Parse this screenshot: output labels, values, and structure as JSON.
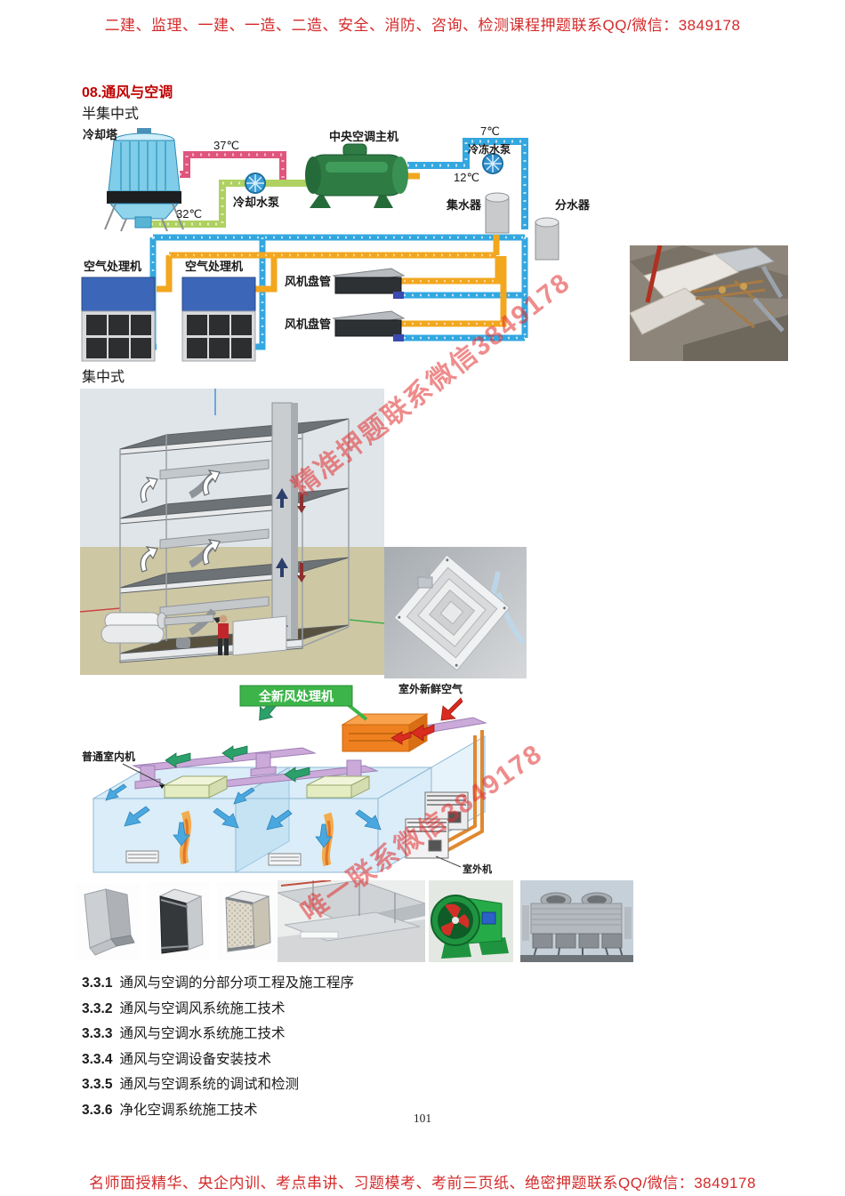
{
  "header": {
    "text": "二建、监理、一建、一造、二造、安全、消防、咨询、检测课程押题联系QQ/微信：3849178"
  },
  "footer": {
    "text": "名师面授精华、央企内训、考点串讲、习题模考、考前三页纸、绝密押题联系QQ/微信：3849178"
  },
  "page_number": "101",
  "section": {
    "heading": "08.通风与空调",
    "subheading_semi_central": "半集中式",
    "subheading_central": "集中式"
  },
  "semi_central_diagram": {
    "labels": {
      "cooling_tower": "冷却塔",
      "temp_37": "37℃",
      "temp_32": "32℃",
      "temp_7": "7℃",
      "temp_12": "12℃",
      "chiller": "中央空调主机",
      "cooling_water_pump": "冷却水泵",
      "chilled_water_pump": "冷冻水泵",
      "water_collector": "集水器",
      "water_distributor": "分水器",
      "air_handling_unit_1": "空气处理机",
      "air_handling_unit_2": "空气处理机",
      "fan_coil_1": "风机盘管",
      "fan_coil_2": "风机盘管"
    }
  },
  "vrf_diagram": {
    "labels": {
      "fresh_air_unit": "全新风处理机",
      "outdoor_fresh_air": "室外新鲜空气",
      "indoor_unit": "普通室内机",
      "outdoor_unit": "室外机"
    }
  },
  "watermarks": {
    "diagonal_1": "精准押题联系微信3849178",
    "diagonal_2": "唯一联系微信3849178"
  },
  "toc_items": [
    {
      "num": "3.3.1",
      "title": "通风与空调的分部分项工程及施工程序"
    },
    {
      "num": "3.3.2",
      "title": "通风与空调风系统施工技术"
    },
    {
      "num": "3.3.3",
      "title": "通风与空调水系统施工技术"
    },
    {
      "num": "3.3.4",
      "title": "通风与空调设备安装技术"
    },
    {
      "num": "3.3.5",
      "title": "通风与空调系统的调试和检测"
    },
    {
      "num": "3.3.6",
      "title": "净化空调系统施工技术"
    }
  ],
  "colors": {
    "red_text": "#d42a2a",
    "heading_red": "#c00000",
    "watermark_red": "rgba(225,45,45,0.55)",
    "pipe_hot_water": "#e0557d",
    "pipe_warm_return": "#aed162",
    "pipe_chilled": "#33a7e0",
    "pipe_chilled_return": "#f2a71f",
    "chiller_green": "#2e7b44",
    "ahu_blue": "#3c66b8",
    "fresh_air_unit_orange": "#ef8020",
    "label_green": "#3cb449"
  }
}
